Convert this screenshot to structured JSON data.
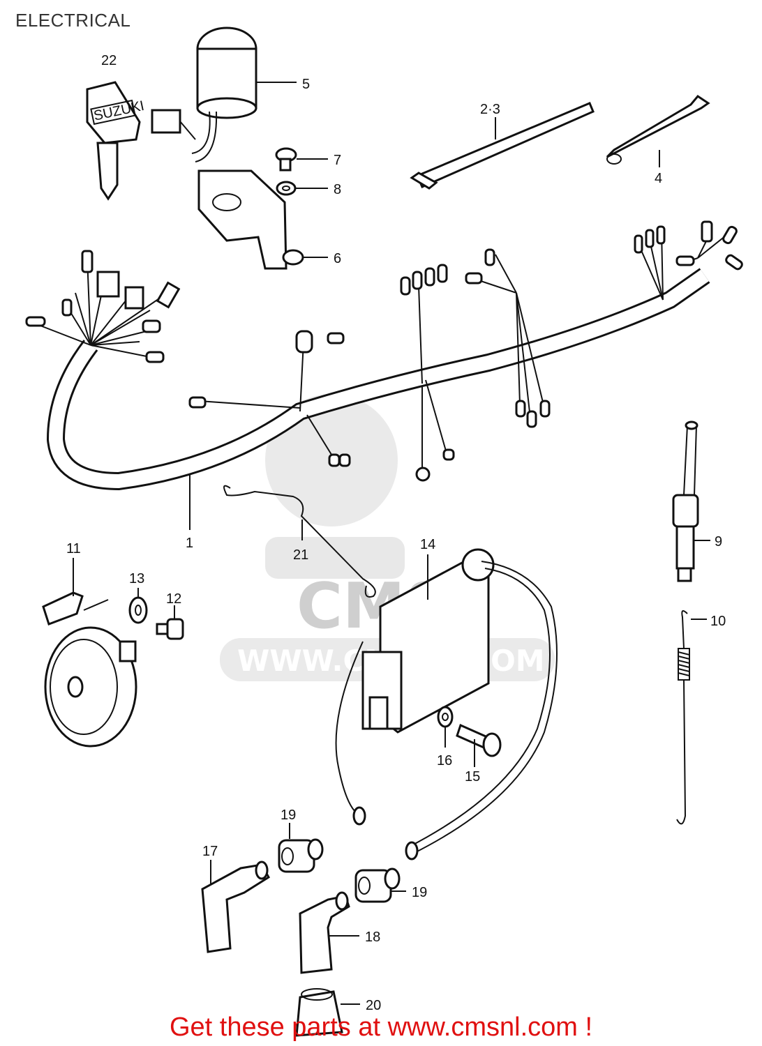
{
  "title": "ELECTRICAL",
  "footer": "Get these parts at www.cmsnl.com !",
  "watermark": {
    "logo_text": "CMS",
    "url_text": "WWW.CMSNL.COM"
  },
  "key_brand": "SUZUKI",
  "callouts": {
    "c1": "1",
    "c23": "2·3",
    "c4": "4",
    "c5": "5",
    "c6": "6",
    "c7": "7",
    "c8": "8",
    "c9": "9",
    "c10": "10",
    "c11": "11",
    "c12": "12",
    "c13": "13",
    "c14": "14",
    "c15": "15",
    "c16": "16",
    "c17": "17",
    "c18": "18",
    "c19a": "19",
    "c19b": "19",
    "c20": "20",
    "c21": "21",
    "c22": "22"
  },
  "colors": {
    "footer": "#e01010",
    "line": "#111111",
    "watermark": "#d9d9d9"
  }
}
